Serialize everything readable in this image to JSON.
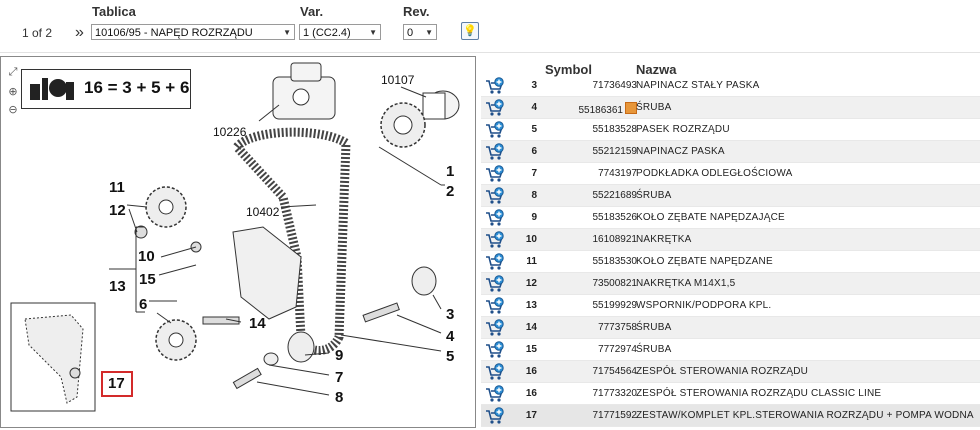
{
  "toolbar": {
    "pager": "1 of 2",
    "table_label": "Tablica",
    "var_label": "Var.",
    "rev_label": "Rev.",
    "table_value": "10106/95 - NAPĘD ROZRZĄDU",
    "var_value": "1 (CC2.4)",
    "rev_value": "0"
  },
  "diagram": {
    "legend_text": "16 = 3 + 5 + 6",
    "part_refs": [
      "10107",
      "10226",
      "10402"
    ],
    "callouts": [
      "1",
      "2",
      "3",
      "4",
      "5",
      "6",
      "7",
      "8",
      "9",
      "10",
      "11",
      "12",
      "13",
      "14",
      "15",
      "17"
    ],
    "highlight_color": "#d32a2a"
  },
  "table": {
    "headers": {
      "symbol": "Symbol",
      "name": "Nazwa"
    },
    "rows": [
      {
        "num": "3",
        "symbol": "71736493",
        "name": "NAPINACZ STAŁY PASKA"
      },
      {
        "num": "4",
        "symbol": "55186361",
        "name": "ŚRUBA",
        "info_icon": true
      },
      {
        "num": "5",
        "symbol": "55183528",
        "name": "PASEK ROZRZĄDU"
      },
      {
        "num": "6",
        "symbol": "55212159",
        "name": "NAPINACZ PASKA"
      },
      {
        "num": "7",
        "symbol": "7743197",
        "name": "PODKŁADKA ODLEGŁOŚCIOWA"
      },
      {
        "num": "8",
        "symbol": "55221689",
        "name": "ŚRUBA"
      },
      {
        "num": "9",
        "symbol": "55183526",
        "name": "KOŁO ZĘBATE NAPĘDZAJĄCE"
      },
      {
        "num": "10",
        "symbol": "16108921",
        "name": "NAKRĘTKA"
      },
      {
        "num": "11",
        "symbol": "55183530",
        "name": "KOŁO ZĘBATE NAPĘDZANE"
      },
      {
        "num": "12",
        "symbol": "73500821",
        "name": "NAKRĘTKA M14X1,5"
      },
      {
        "num": "13",
        "symbol": "55199929",
        "name": "WSPORNIK/PODPORA KPL."
      },
      {
        "num": "14",
        "symbol": "7773758",
        "name": "ŚRUBA"
      },
      {
        "num": "15",
        "symbol": "7772974",
        "name": "ŚRUBA"
      },
      {
        "num": "16",
        "symbol": "71754564",
        "name": "ZESPÓŁ STEROWANIA ROZRZĄDU"
      },
      {
        "num": "16",
        "symbol": "71773320",
        "name": "ZESPÓŁ STEROWANIA ROZRZĄDU CLASSIC LINE"
      },
      {
        "num": "17",
        "symbol": "71771592",
        "name": "ZESTAW/KOMPLET KPL.STEROWANIA ROZRZĄDU + POMPA WODNA"
      }
    ]
  }
}
